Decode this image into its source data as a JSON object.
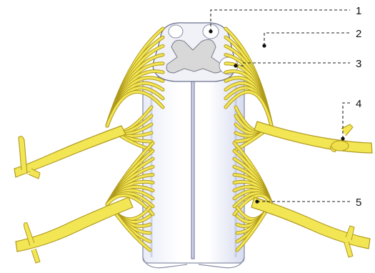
{
  "labels": [
    {
      "id": 1,
      "text": "1"
    },
    {
      "id": 2,
      "text": "2"
    },
    {
      "id": 3,
      "text": "3"
    },
    {
      "id": 4,
      "text": "4"
    },
    {
      "id": 5,
      "text": "5"
    }
  ],
  "colors": {
    "nerve": "#f3e655",
    "nerve_outline": "#b09a1c",
    "cord": "#f2f3fb",
    "cord_shade": "#b9c0de",
    "grey_matter": "#d8d8d8",
    "leader": "#222222"
  }
}
